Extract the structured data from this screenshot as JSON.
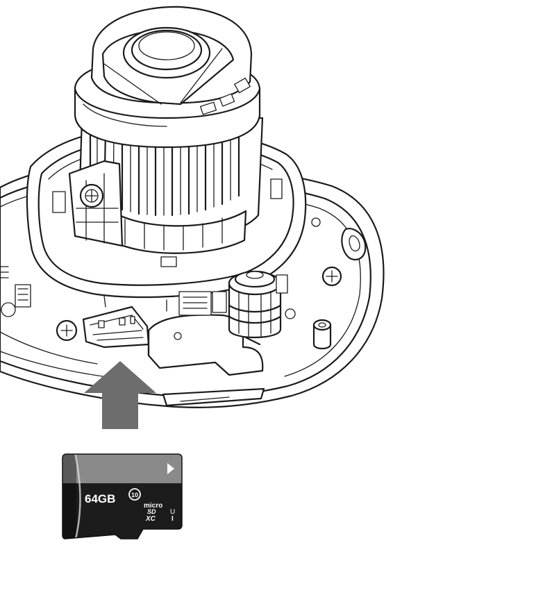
{
  "card": {
    "capacity": "64GB",
    "speed_class": "10",
    "logo_micro": "micro",
    "logo_sd": "SD",
    "logo_xc": "XC",
    "uhs_mark": "U",
    "uhs_class": "I"
  },
  "colors": {
    "arrow": "#6d6d6d",
    "card_top": "#8a8a8a",
    "card_body": "#1c1c1c",
    "line_art": "#1a1a1a"
  },
  "icons": {
    "arrow": "insert-direction-arrow-icon",
    "card_triangle": "insert-triangle-icon"
  }
}
